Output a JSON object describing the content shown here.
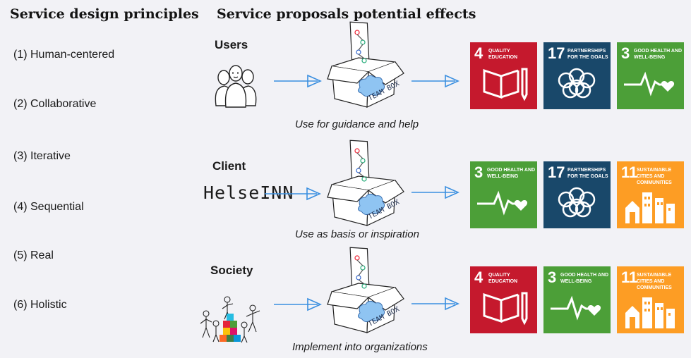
{
  "left": {
    "title": "Service design principles",
    "principles": [
      "(1) Human-centered",
      "(2) Collaborative",
      "(3) Iterative",
      "(4) Sequential",
      "(5) Real",
      "(6) Holistic"
    ]
  },
  "right": {
    "title": "Service proposals potential effects",
    "box_label": "TEAM BOX",
    "rows": [
      {
        "label": "Users",
        "caption": "Use for guidance and help",
        "icon": "users-icon",
        "goals": [
          {
            "num": "4",
            "title": "Quality Education",
            "color": "#c5192d",
            "icon": "book-icon"
          },
          {
            "num": "17",
            "title": "Partnerships for the Goals",
            "color": "#19486a",
            "icon": "rings-icon"
          },
          {
            "num": "3",
            "title": "Good Health and Well-Being",
            "color": "#4c9f38",
            "icon": "heartbeat-icon"
          }
        ]
      },
      {
        "label": "Client",
        "caption": "Use as basis or inspiration",
        "logo_text": "HelseINN",
        "goals": [
          {
            "num": "3",
            "title": "Good Health and Well-Being",
            "color": "#4c9f38",
            "icon": "heartbeat-icon"
          },
          {
            "num": "17",
            "title": "Partnerships for the Goals",
            "color": "#19486a",
            "icon": "rings-icon"
          },
          {
            "num": "11",
            "title": "Sustainable Cities and Communities",
            "color": "#fd9d24",
            "icon": "city-icon"
          }
        ]
      },
      {
        "label": "Society",
        "caption": "Implement into organizations",
        "icon": "society-icon",
        "goals": [
          {
            "num": "4",
            "title": "Quality Education",
            "color": "#c5192d",
            "icon": "book-icon"
          },
          {
            "num": "3",
            "title": "Good Health and Well-Being",
            "color": "#4c9f38",
            "icon": "heartbeat-icon"
          },
          {
            "num": "11",
            "title": "Sustainable Cities and Communities",
            "color": "#fd9d24",
            "icon": "city-icon"
          }
        ]
      }
    ]
  },
  "colors": {
    "arrow": "#3a8fe0",
    "cloud": "#8fc4f2"
  }
}
